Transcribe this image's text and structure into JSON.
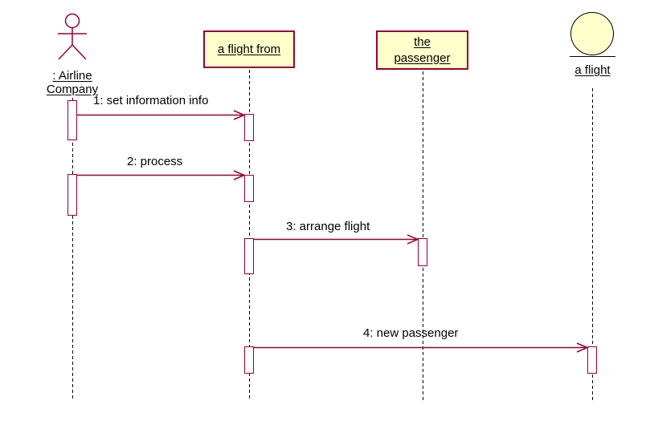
{
  "diagram": {
    "type": "uml-sequence-diagram",
    "actor": {
      "name": ": Airline Company"
    },
    "objects": [
      {
        "name": "a flight from",
        "kind": "object-box"
      },
      {
        "name": "the passenger",
        "kind": "object-box"
      },
      {
        "name": "a flight",
        "kind": "entity-circle"
      }
    ],
    "messages": [
      {
        "label": "1: set information info",
        "from": ": Airline Company",
        "to": "a flight from"
      },
      {
        "label": "2: process",
        "from": ": Airline Company",
        "to": "a flight from"
      },
      {
        "label": "3: arrange flight",
        "from": "a flight from",
        "to": "the passenger"
      },
      {
        "label": "4: new passenger",
        "from": "a flight from",
        "to": "a flight"
      }
    ],
    "colors": {
      "shape_line": "#990033",
      "object_fill": "#ffffcc",
      "entity_border": "#000000",
      "lifeline": "#000000",
      "text": "#000000",
      "background": "#ffffff"
    }
  }
}
